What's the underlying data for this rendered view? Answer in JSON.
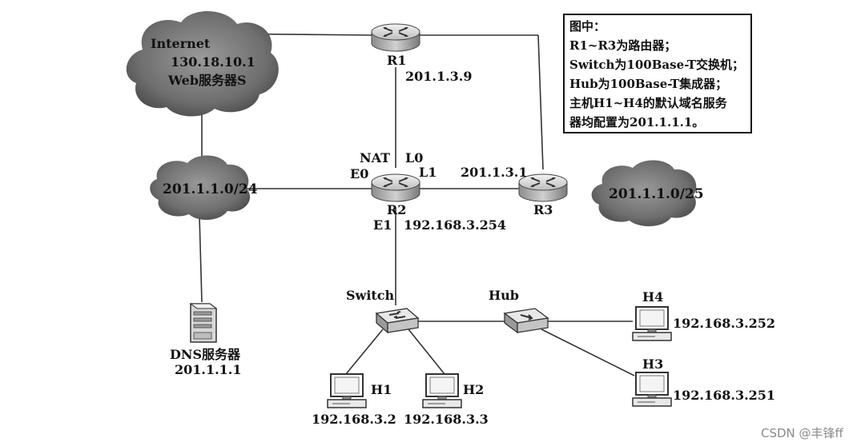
{
  "internet": {
    "title": "Internet",
    "ip": "130.18.10.1",
    "server": "Web服务器S"
  },
  "r1": {
    "name": "R1",
    "ip": "201.1.3.9"
  },
  "r2": {
    "name": "R2",
    "nat": "NAT",
    "l0": "L0",
    "l1": "L1",
    "e0": "E0",
    "e1": "E1",
    "e1_ip": "192.168.3.254"
  },
  "r3": {
    "name": "R3",
    "ip": "201.1.3.1"
  },
  "net_left": {
    "label": "201.1.1.0/24"
  },
  "net_right": {
    "label": "201.1.1.0/25"
  },
  "dns": {
    "name": "DNS服务器",
    "ip": "201.1.1.1"
  },
  "switch": {
    "name": "Switch"
  },
  "hub": {
    "name": "Hub"
  },
  "hosts": {
    "h1": {
      "name": "H1",
      "ip": "192.168.3.2"
    },
    "h2": {
      "name": "H2",
      "ip": "192.168.3.3"
    },
    "h3": {
      "name": "H3",
      "ip": "192.168.3.251"
    },
    "h4": {
      "name": "H4",
      "ip": "192.168.3.252"
    }
  },
  "legend": {
    "lines": [
      "图中：",
      "R1~R3为路由器；",
      "Switch为100Base-T交换机；",
      "Hub为100Base-T集成器；",
      "主机H1~H4的默认域名服务",
      "器均配置为201.1.1.1。"
    ]
  },
  "watermark": "CSDN @丰锋ff"
}
